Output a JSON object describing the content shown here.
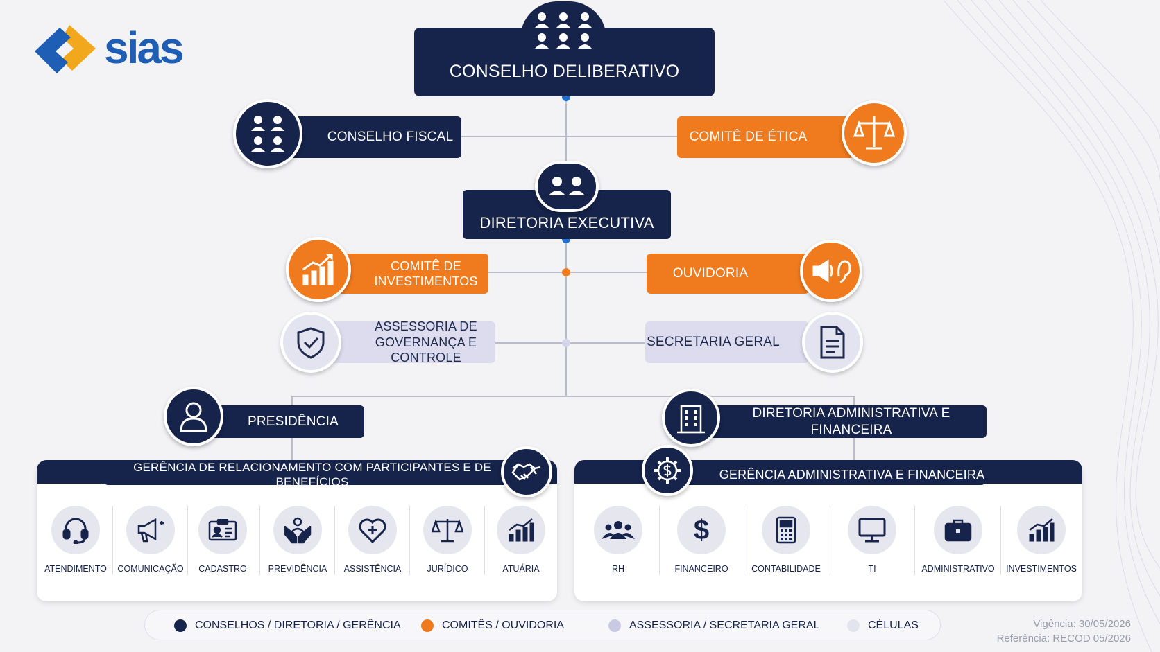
{
  "logo": {
    "text": "sias"
  },
  "nodes": {
    "conselho_deliberativo": "CONSELHO DELIBERATIVO",
    "conselho_fiscal": "CONSELHO FISCAL",
    "comite_etica": "COMITÊ DE ÉTICA",
    "diretoria_executiva": "DIRETORIA EXECUTIVA",
    "comite_investimentos_1": "COMITÊ DE",
    "comite_investimentos_2": "INVESTIMENTOS",
    "ouvidoria": "OUVIDORIA",
    "assessoria_1": "ASSESSORIA DE",
    "assessoria_2": "GOVERNANÇA E CONTROLE",
    "secretaria_geral": "SECRETARIA GERAL",
    "presidencia": "PRESIDÊNCIA",
    "diretoria_adm": "DIRETORIA ADMINISTRATIVA E FINANCEIRA"
  },
  "gerencia_rel": {
    "title": "GERÊNCIA DE RELACIONAMENTO COM PARTICIPANTES E DE BENEFÍCIOS",
    "cells": [
      "ATENDIMENTO",
      "COMUNICAÇÃO",
      "CADASTRO",
      "PREVIDÊNCIA",
      "ASSISTÊNCIA",
      "JURÍDICO",
      "ATUÁRIA"
    ]
  },
  "gerencia_adm": {
    "title": "GERÊNCIA ADMINISTRATIVA E FINANCEIRA",
    "cells": [
      "RH",
      "FINANCEIRO",
      "CONTABILIDADE",
      "TI",
      "ADMINISTRATIVO",
      "INVESTIMENTOS"
    ]
  },
  "legend": {
    "items": [
      {
        "label": "CONSELHOS / DIRETORIA / GERÊNCIA",
        "color": "#16234a"
      },
      {
        "label": "COMITÊS / OUVIDORIA",
        "color": "#f07b1f"
      },
      {
        "label": "ASSESSORIA / SECRETARIA GERAL",
        "color": "#c9c9e4"
      },
      {
        "label": "CÉLULAS",
        "color": "#e4e4ee"
      }
    ]
  },
  "footer": {
    "vigencia": "Vigência: 30/05/2026",
    "referencia": "Referência: RECOD 05/2026"
  },
  "colors": {
    "navy": "#16234a",
    "orange": "#f07b1f",
    "lavender": "#dcdcee",
    "blue_dot": "#1e6fd0"
  },
  "icons": [
    "people-icon",
    "balance-scale-icon",
    "chart-up-icon",
    "megaphone-ear-icon",
    "shield-check-icon",
    "document-icon",
    "person-icon",
    "building-icon",
    "handshake-icon",
    "gear-dollar-icon",
    "headset-icon",
    "megaphone-icon",
    "id-card-icon",
    "hands-person-icon",
    "heart-plus-icon",
    "scale-icon",
    "chart-icon",
    "group-icon",
    "dollar-icon",
    "calculator-icon",
    "monitor-icon",
    "briefcase-icon"
  ]
}
